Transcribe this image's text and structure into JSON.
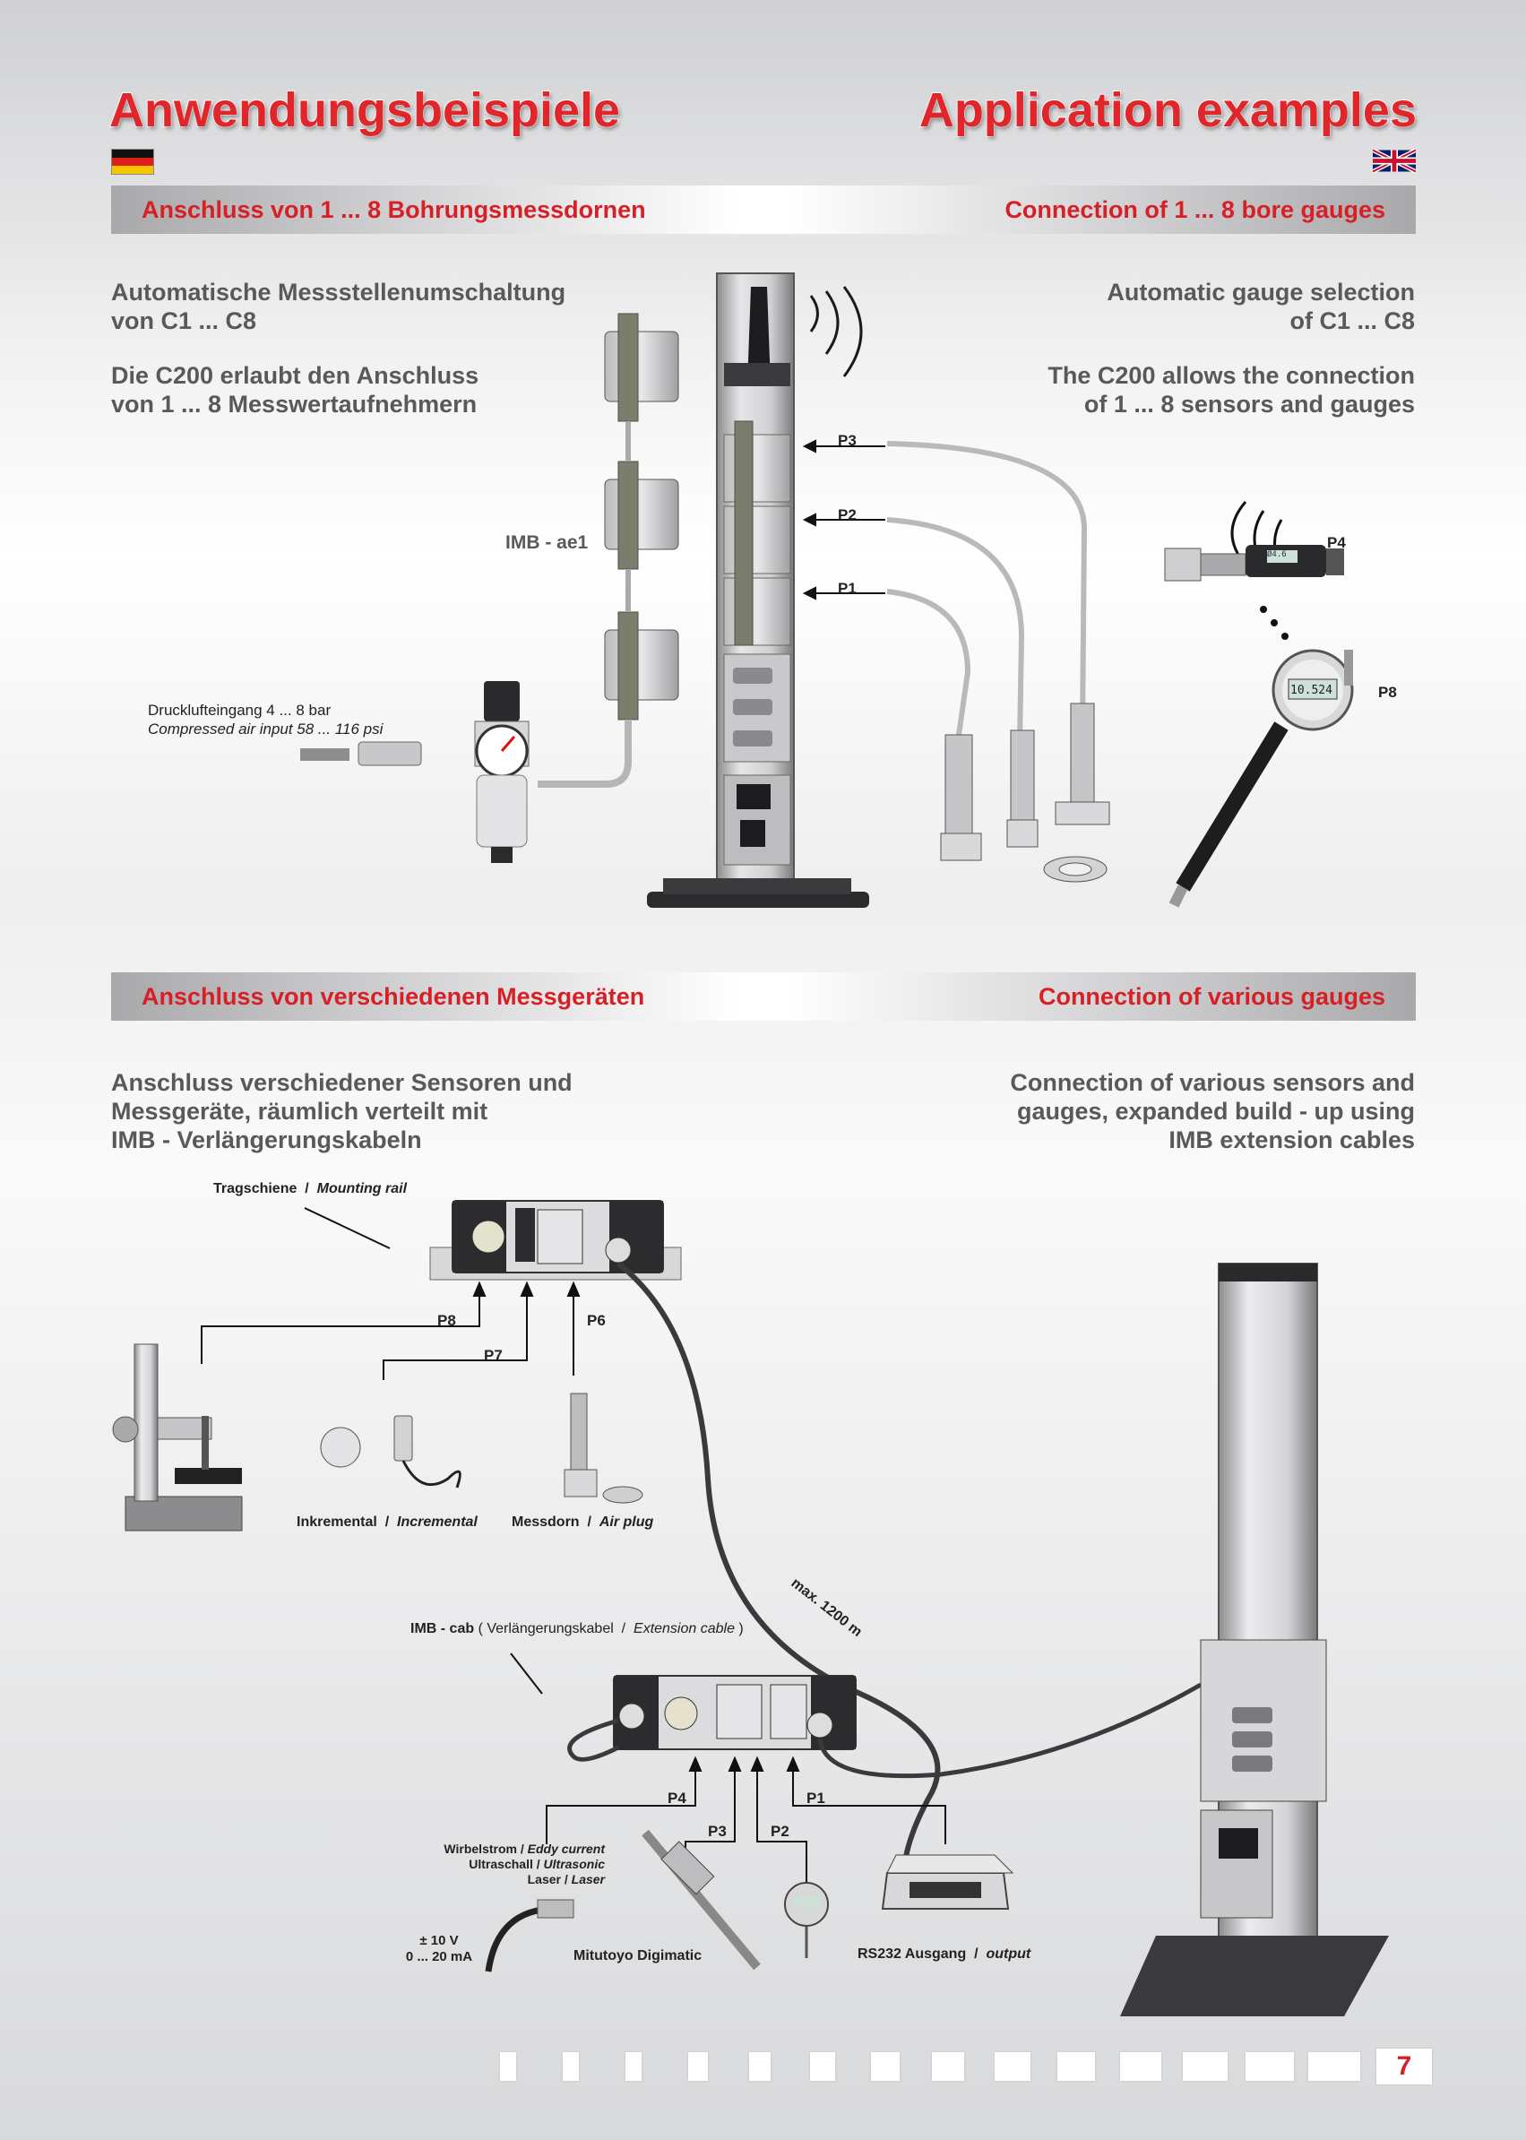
{
  "header": {
    "title_de": "Anwendungsbeispiele",
    "title_en": "Application examples"
  },
  "section1": {
    "band_de": "Anschluss von 1 ... 8 Bohrungsmessdornen",
    "band_en": "Connection of 1 ... 8 bore gauges",
    "intro_de": [
      "Automatische Messstellenumschaltung",
      "von C1 ... C8",
      "Die C200 erlaubt den Anschluss",
      "von 1 ... 8 Messwertaufnehmern"
    ],
    "intro_en": [
      "Automatic gauge selection",
      "of C1 ... C8",
      "The C200 allows the connection",
      "of 1 ... 8 sensors and gauges"
    ],
    "labels": {
      "imb": "IMB - ae1",
      "air_de": "Drucklufteingang 4 ... 8 bar",
      "air_en": "Compressed air input 58 ... 116 psi",
      "p1": "P1",
      "p2": "P2",
      "p3": "P3",
      "p4": "P4",
      "p8": "P8"
    }
  },
  "section2": {
    "band_de": "Anschluss von verschiedenen Messgeräten",
    "band_en": "Connection of various gauges",
    "intro_de": [
      "Anschluss verschiedener Sensoren und",
      "Messgeräte, räumlich verteilt mit",
      "IMB - Verlängerungskabeln"
    ],
    "intro_en": [
      "Connection of various sensors and",
      "gauges, expanded build - up using",
      "IMB extension cables"
    ],
    "labels": {
      "rail_de": "Tragschiene",
      "rail_en": "Mounting rail",
      "p8": "P8",
      "p7": "P7",
      "p6": "P6",
      "p4": "P4",
      "p3": "P3",
      "p2": "P2",
      "p1": "P1",
      "incr_de": "Inkremental",
      "incr_en": "Incremental",
      "plug_de": "Messdorn",
      "plug_en": "Air plug",
      "cable_len": "max. 1200 m",
      "cab_name": "IMB - cab",
      "cab_de": "Verlängerungskabel",
      "cab_en": "Extension cable",
      "eddy_de": "Wirbelstrom",
      "eddy_en": "Eddy current",
      "ultra_de": "Ultraschall",
      "ultra_en": "Ultrasonic",
      "laser_de": "Laser",
      "laser_en": "Laser",
      "volt": "± 10 V",
      "amp": "0 ... 20 mA",
      "mitutoyo": "Mitutoyo Digimatic",
      "rs232_de": "RS232 Ausgang",
      "rs232_en": "output"
    }
  },
  "footer": {
    "page_number": "7"
  },
  "gauge_display": {
    "p4_reading": "Ø4.6",
    "p8_reading": "10.524"
  }
}
